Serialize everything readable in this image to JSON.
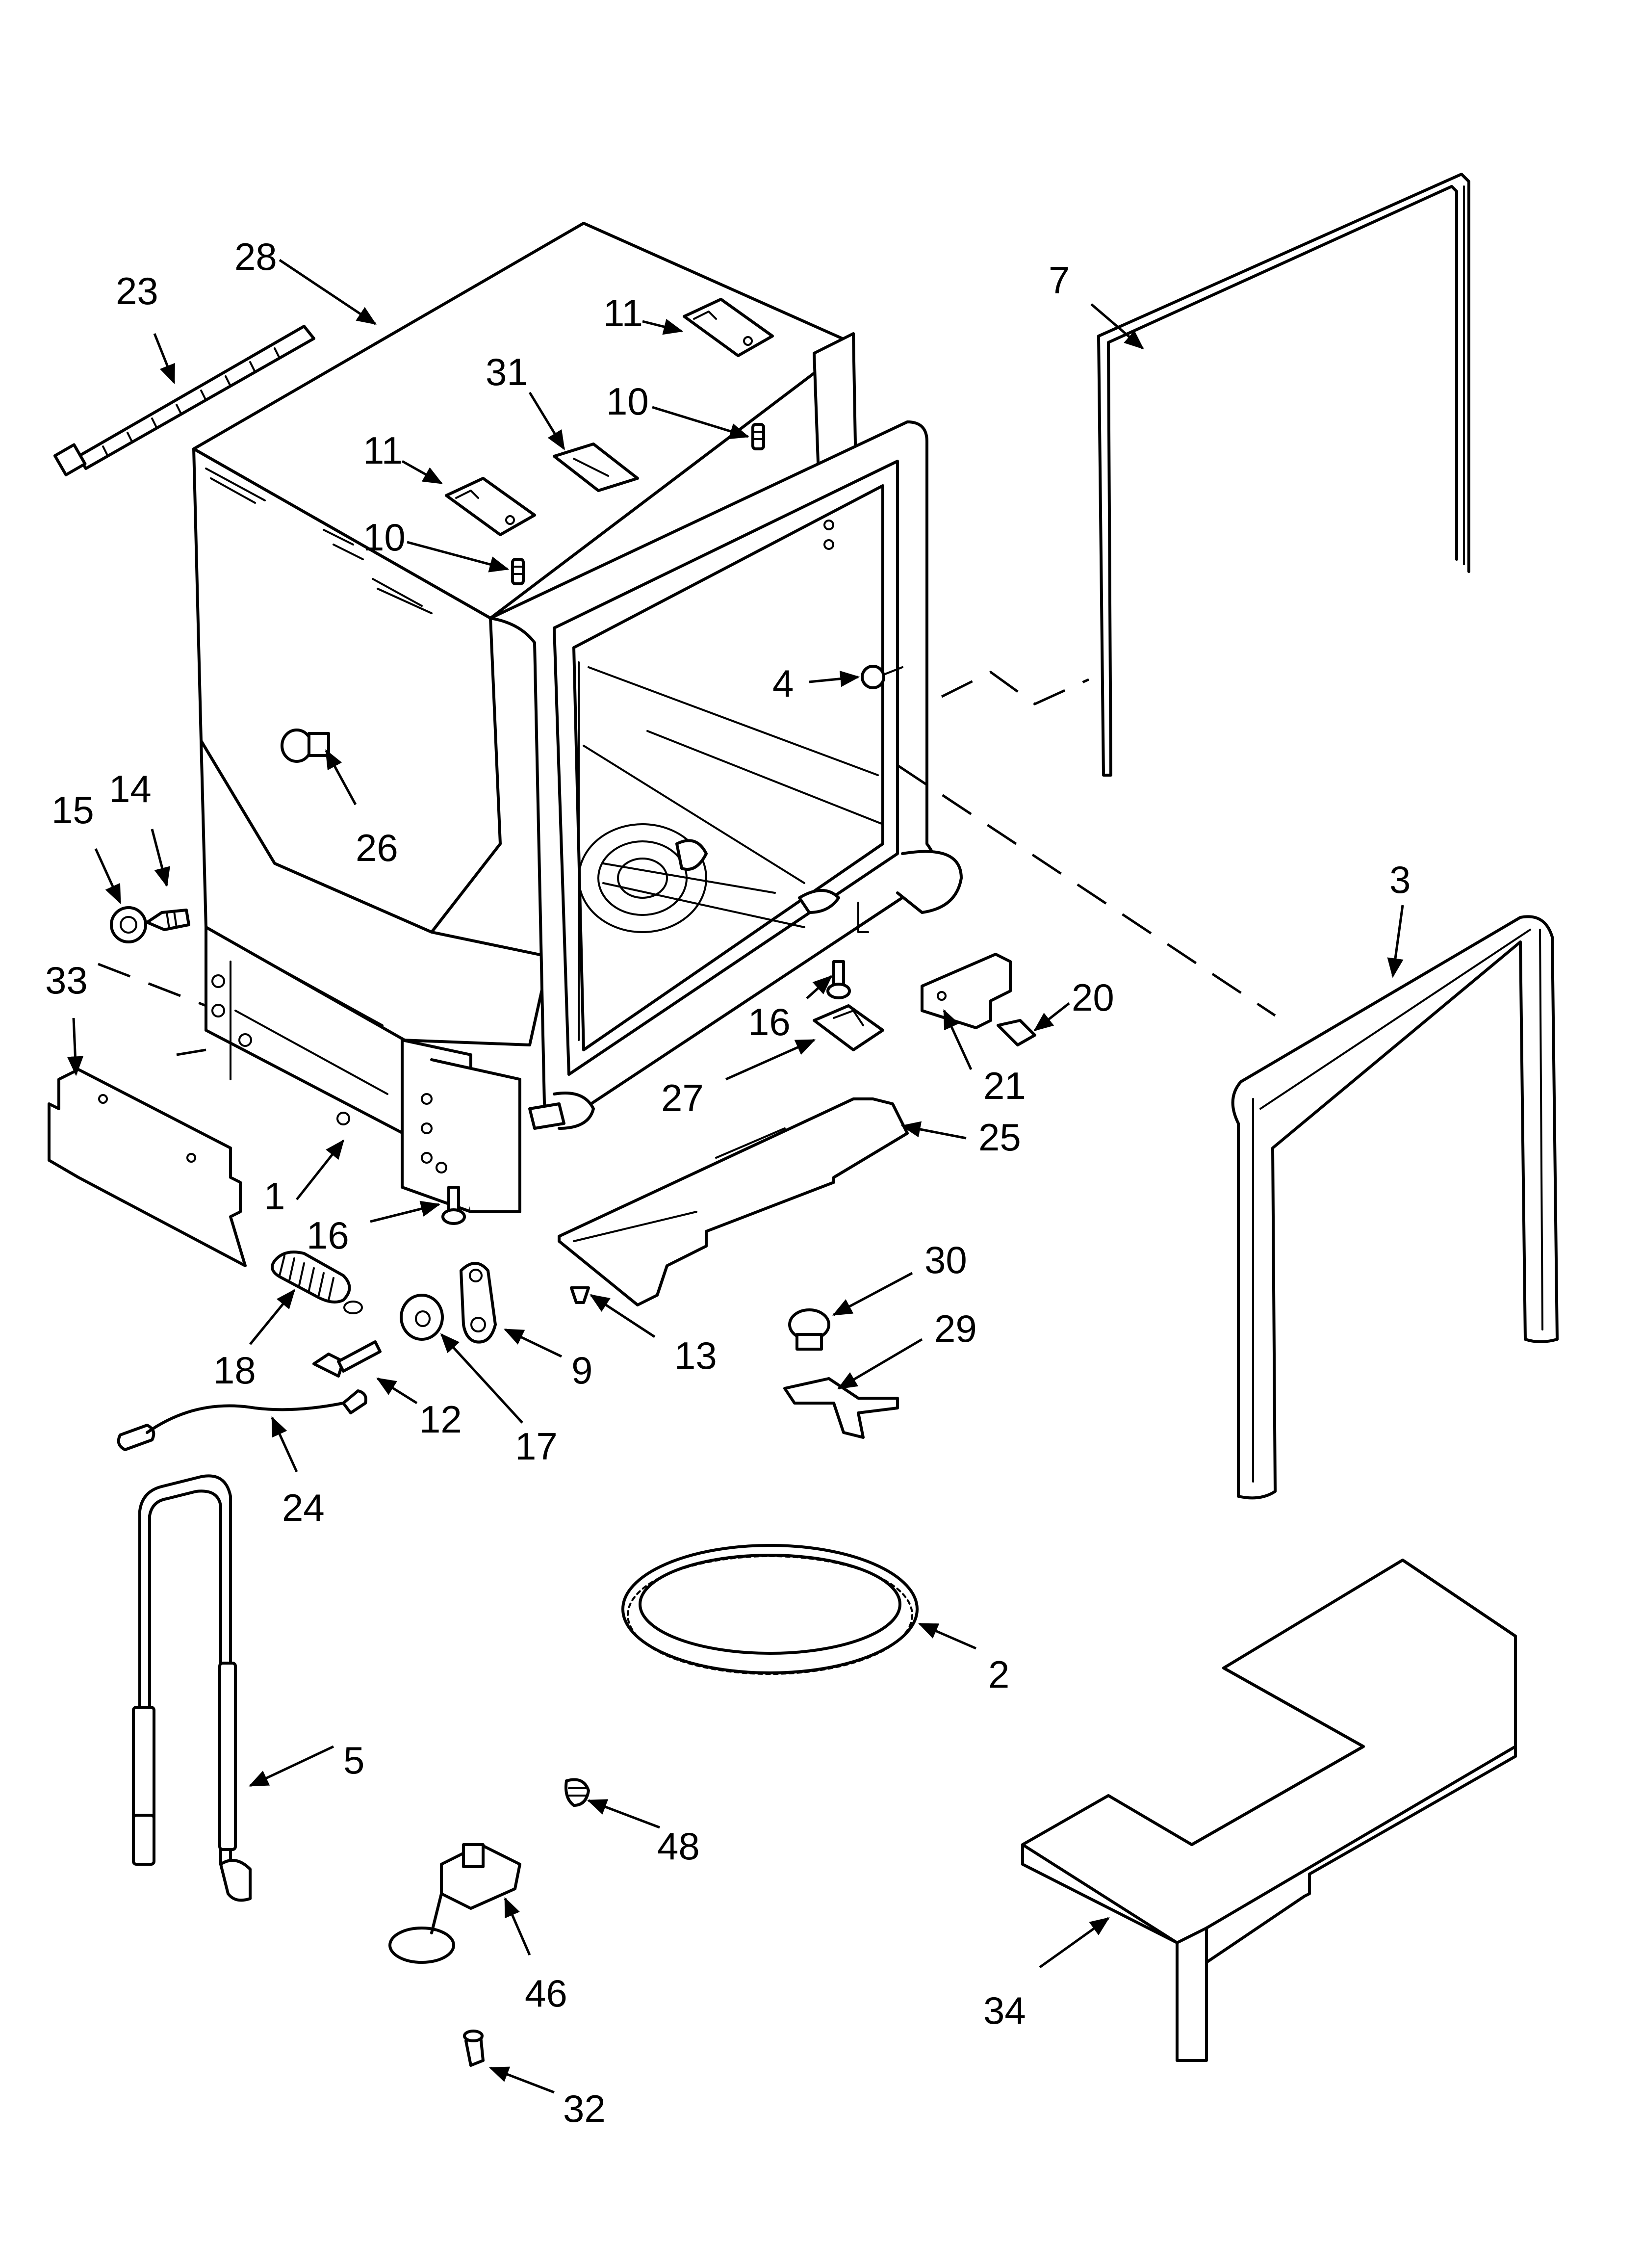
{
  "callouts": [
    {
      "id": "c28",
      "label": "28"
    },
    {
      "id": "c23",
      "label": "23"
    },
    {
      "id": "c11a",
      "label": "11"
    },
    {
      "id": "c11b",
      "label": "11"
    },
    {
      "id": "c31",
      "label": "31"
    },
    {
      "id": "c10a",
      "label": "10"
    },
    {
      "id": "c10b",
      "label": "10"
    },
    {
      "id": "c7",
      "label": "7"
    },
    {
      "id": "c4",
      "label": "4"
    },
    {
      "id": "c26",
      "label": "26"
    },
    {
      "id": "c15",
      "label": "15"
    },
    {
      "id": "c14",
      "label": "14"
    },
    {
      "id": "c33",
      "label": "33"
    },
    {
      "id": "c3",
      "label": "3"
    },
    {
      "id": "c20",
      "label": "20"
    },
    {
      "id": "c16a",
      "label": "16"
    },
    {
      "id": "c21",
      "label": "21"
    },
    {
      "id": "c27",
      "label": "27"
    },
    {
      "id": "c25",
      "label": "25"
    },
    {
      "id": "c1",
      "label": "1"
    },
    {
      "id": "c16b",
      "label": "16"
    },
    {
      "id": "c30",
      "label": "30"
    },
    {
      "id": "c18",
      "label": "18"
    },
    {
      "id": "c9",
      "label": "9"
    },
    {
      "id": "c13",
      "label": "13"
    },
    {
      "id": "c29",
      "label": "29"
    },
    {
      "id": "c12",
      "label": "12"
    },
    {
      "id": "c17",
      "label": "17"
    },
    {
      "id": "c24",
      "label": "24"
    },
    {
      "id": "c2",
      "label": "2"
    },
    {
      "id": "c5",
      "label": "5"
    },
    {
      "id": "c48",
      "label": "48"
    },
    {
      "id": "c46",
      "label": "46"
    },
    {
      "id": "c34",
      "label": "34"
    },
    {
      "id": "c32",
      "label": "32"
    }
  ]
}
